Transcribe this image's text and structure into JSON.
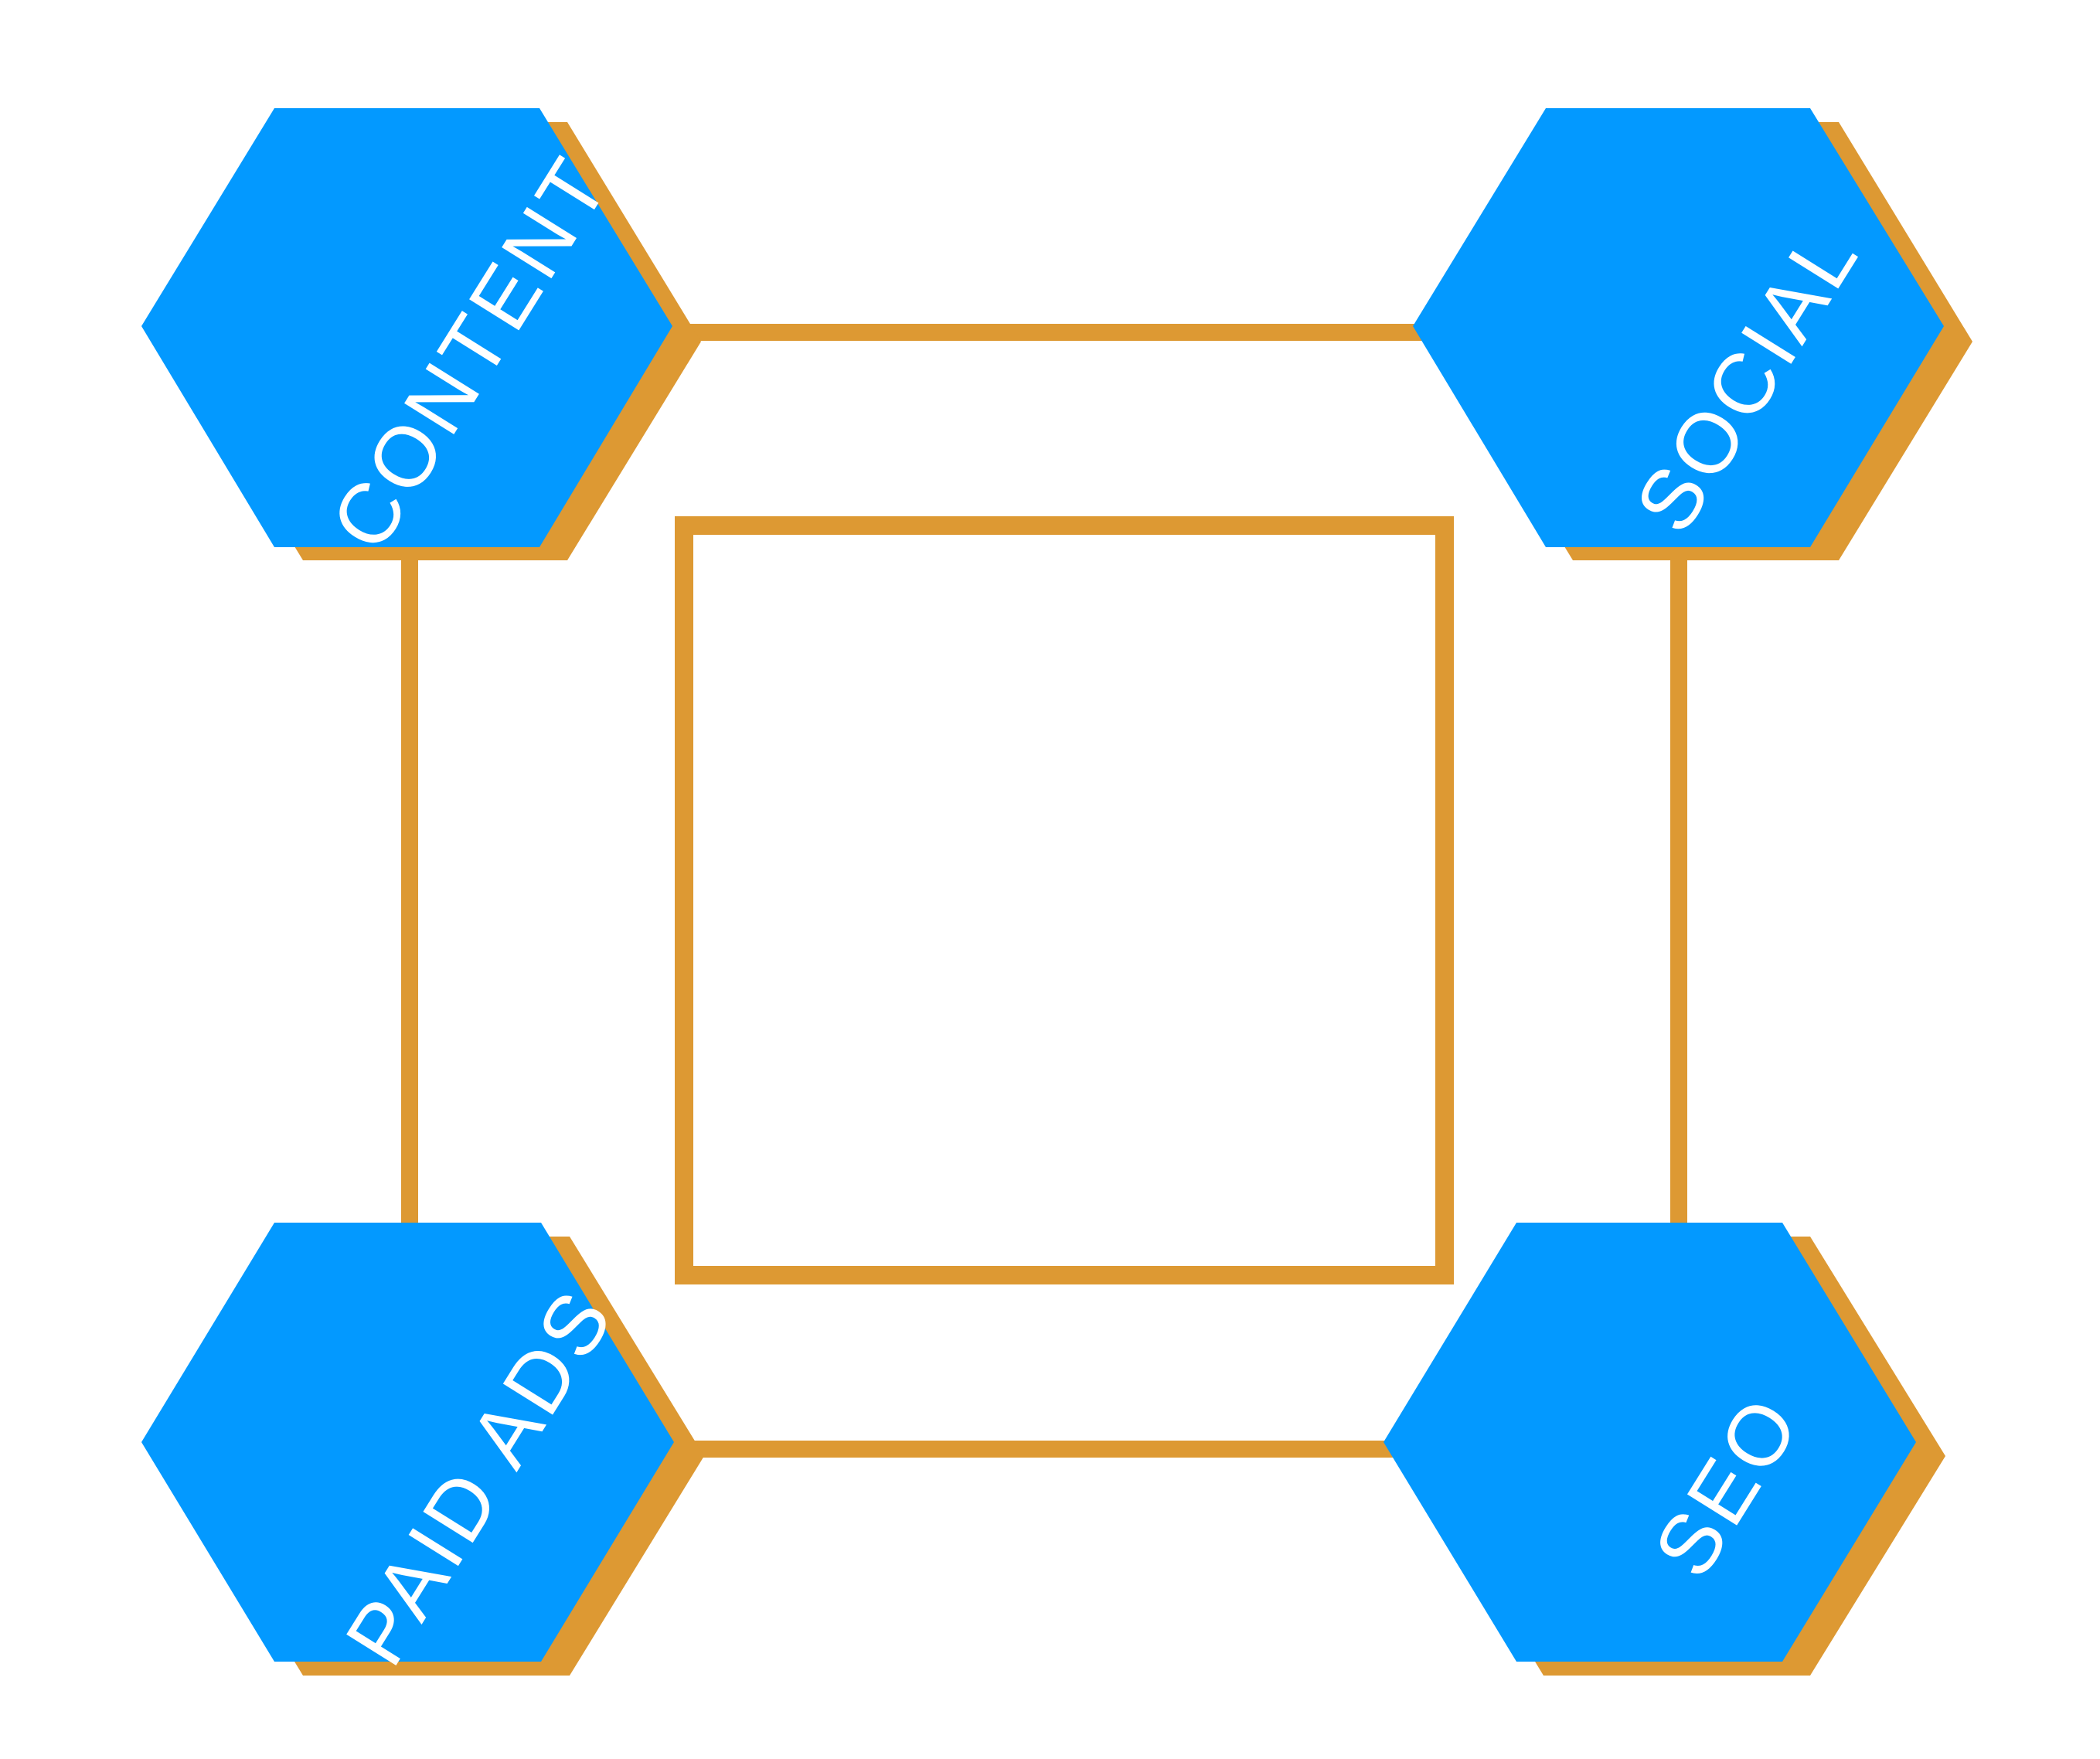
{
  "colors": {
    "hex_fill": "#0399FF",
    "accent": "#DD9933",
    "background": "#FFFFFF",
    "label": "#FFFFFF"
  },
  "nodes": [
    {
      "key": "content",
      "label": "CONTENT"
    },
    {
      "key": "social",
      "label": "SOCIAL"
    },
    {
      "key": "paid_ads",
      "label": "PAID ADS"
    },
    {
      "key": "seo",
      "label": "SEO"
    }
  ],
  "center_box": {
    "label": ""
  }
}
